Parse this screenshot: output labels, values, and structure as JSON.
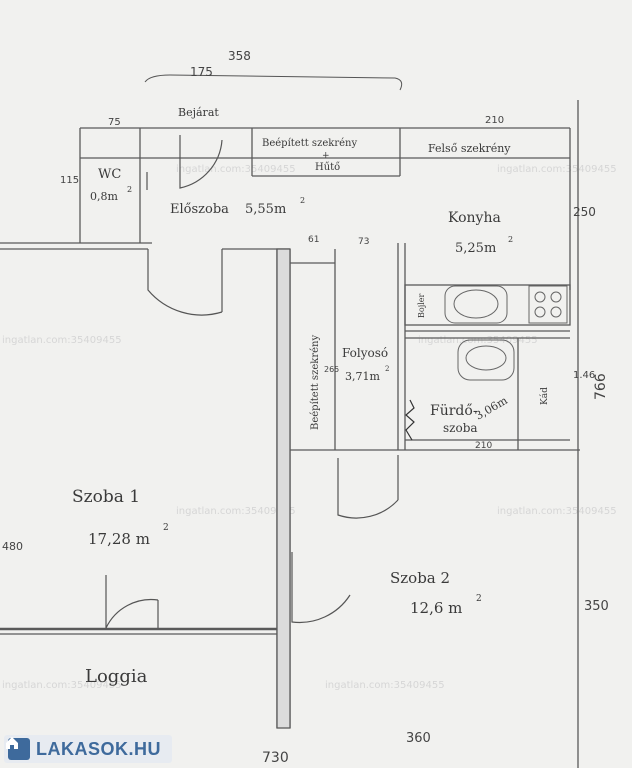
{
  "site": {
    "brand": "LAKASOK.HU",
    "watermark": "ingatlan.com:35409455"
  },
  "dimensions": {
    "top_total": "358",
    "top_sub": "175",
    "wc_width": "75",
    "wc_height": "115",
    "kitchen_top": "210",
    "kitchen_right": "250",
    "corridor_a": "61",
    "corridor_b": "73",
    "bath_small": "1.46",
    "bath_bottom": "210",
    "right_total": "766",
    "room1_height": "480",
    "room2_right": "350",
    "room2_width": "360",
    "total_width": "730",
    "corridor_depth": "265"
  },
  "rooms": {
    "wc": {
      "name": "WC",
      "area": "0,8m"
    },
    "hall": {
      "name": "Előszoba",
      "area": "5,55m"
    },
    "kitchen": {
      "name": "Konyha",
      "area": "5,25m"
    },
    "corridor": {
      "name": "Folyosó",
      "area": "3,71m"
    },
    "bathroom": {
      "name": "Fürdő-",
      "name2": "szoba",
      "area": "3,06m"
    },
    "room1": {
      "name": "Szoba 1",
      "area": "17,28 m"
    },
    "room2": {
      "name": "Szoba 2",
      "area": "12,6 m"
    },
    "loggia": {
      "name": "Loggia"
    }
  },
  "labels": {
    "entrance": "Bejárat",
    "builtin_top": "Beépített szekrény",
    "builtin_top2": "+",
    "builtin_top3": "Hűtő",
    "upper_cabinet": "Felső szekrény",
    "boiler": "Bojler",
    "builtin_side": "Beépített szekrény",
    "bath_tub": "Kád",
    "squared": "2"
  }
}
